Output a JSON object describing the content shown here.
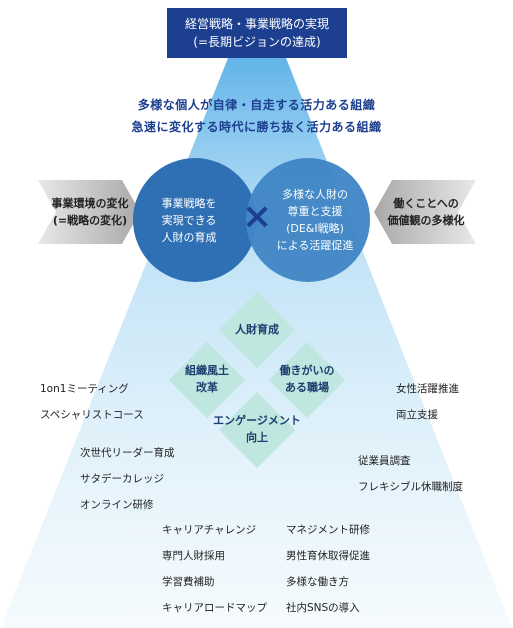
{
  "top_box": {
    "line1": "経営戦略・事業戦略の実現",
    "line2": "(=長期ビジョンの達成)"
  },
  "vision": {
    "line1": "多様な個人が自律・自走する活力ある組織",
    "line2": "急速に変化する時代に勝ち抜く活力ある組織"
  },
  "left_circle": {
    "lines": [
      "事業戦略を",
      "実現できる",
      "人財の育成"
    ]
  },
  "right_circle": {
    "lines": [
      "多様な人財の",
      "尊重と支援",
      "(DE&I戦略)",
      "による活躍促進"
    ]
  },
  "cross_symbol": "×",
  "left_arrow": {
    "lines": [
      "事業環境の変化",
      "(=戦略の変化)"
    ]
  },
  "right_arrow": {
    "lines": [
      "働くことへの",
      "価値観の多様化"
    ]
  },
  "diamonds": {
    "top": {
      "lines": [
        "人財育成"
      ]
    },
    "left": {
      "lines": [
        "組織風土",
        "改革"
      ]
    },
    "right": {
      "lines": [
        "働きがいの",
        "ある職場"
      ]
    },
    "bottom": {
      "lines": [
        "エンゲージメント",
        "向上"
      ]
    }
  },
  "lists": {
    "left_upper": [
      "1on1ミーティング",
      "スペシャリストコース"
    ],
    "left_lower": [
      "次世代リーダー育成",
      "サタデーカレッジ",
      "オンライン研修"
    ],
    "right_upper": [
      "女性活躍推進",
      "両立支援"
    ],
    "right_lower": [
      "従業員調査",
      "フレキシブル休職制度"
    ],
    "bottom_left": [
      "キャリアチャレンジ",
      "専門人財採用",
      "学習費補助",
      "キャリアロードマップ"
    ],
    "bottom_right": [
      "マネジメント研修",
      "男性育休取得促進",
      "多様な働き方",
      "社内SNSの導入"
    ]
  },
  "colors": {
    "dark_blue": "#1d3f8f",
    "circle_left": "#2f6fb3",
    "circle_right": "#4187c6",
    "diamond": "#bfe6df",
    "arrow_gray": "#b5b5b5"
  }
}
